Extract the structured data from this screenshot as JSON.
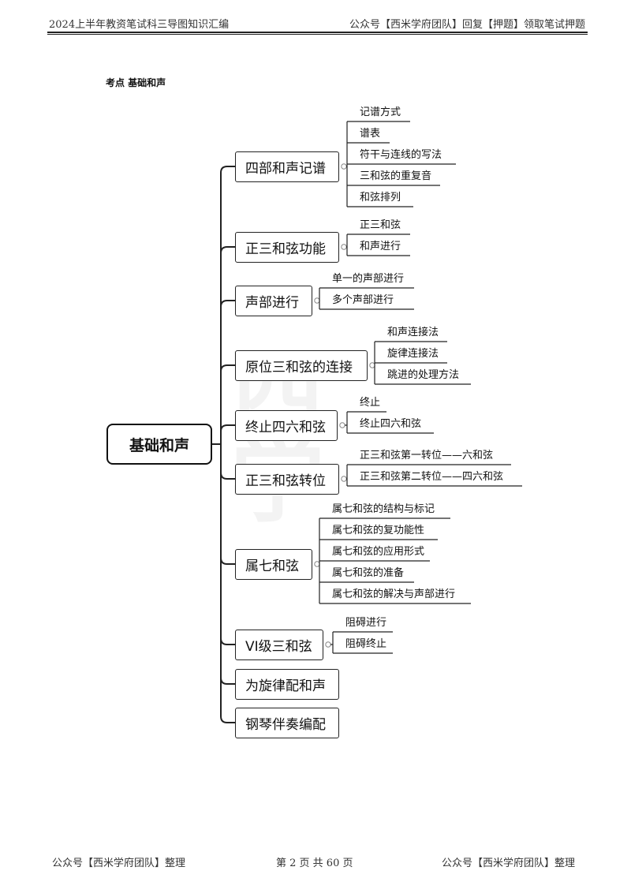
{
  "header": {
    "left": "2024上半年教资笔试科三导图知识汇编",
    "right": "公众号【西米学府团队】回复【押题】领取笔试押题"
  },
  "section_heading": "考点  基础和声",
  "root": "基础和声",
  "branches": [
    {
      "label": "四部和声记谱",
      "children": [
        "记谱方式",
        "谱表",
        "符干与连线的写法",
        "三和弦的重复音",
        "和弦排列"
      ]
    },
    {
      "label": "正三和弦功能",
      "children": [
        "正三和弦",
        "和声进行"
      ]
    },
    {
      "label": "声部进行",
      "children": [
        "单一的声部进行",
        "多个声部进行"
      ]
    },
    {
      "label": "原位三和弦的连接",
      "children": [
        "和声连接法",
        "旋律连接法",
        "跳进的处理方法"
      ]
    },
    {
      "label": "终止四六和弦",
      "children": [
        "终止",
        "终止四六和弦"
      ]
    },
    {
      "label": "正三和弦转位",
      "children": [
        "正三和弦第一转位——六和弦",
        "正三和弦第二转位——四六和弦"
      ]
    },
    {
      "label": "属七和弦",
      "children": [
        "属七和弦的结构与标记",
        "属七和弦的复功能性",
        "属七和弦的应用形式",
        "属七和弦的准备",
        "属七和弦的解决与声部进行"
      ]
    },
    {
      "label": "VI级三和弦",
      "children": [
        "阻碍进行",
        "阻碍终止"
      ]
    },
    {
      "label": "为旋律配和声",
      "children": []
    },
    {
      "label": "钢琴伴奏编配",
      "children": []
    }
  ],
  "footer": {
    "left": "公众号【西米学府团队】整理",
    "center": "第 2 页 共 60 页",
    "right": "公众号【西米学府团队】整理"
  }
}
